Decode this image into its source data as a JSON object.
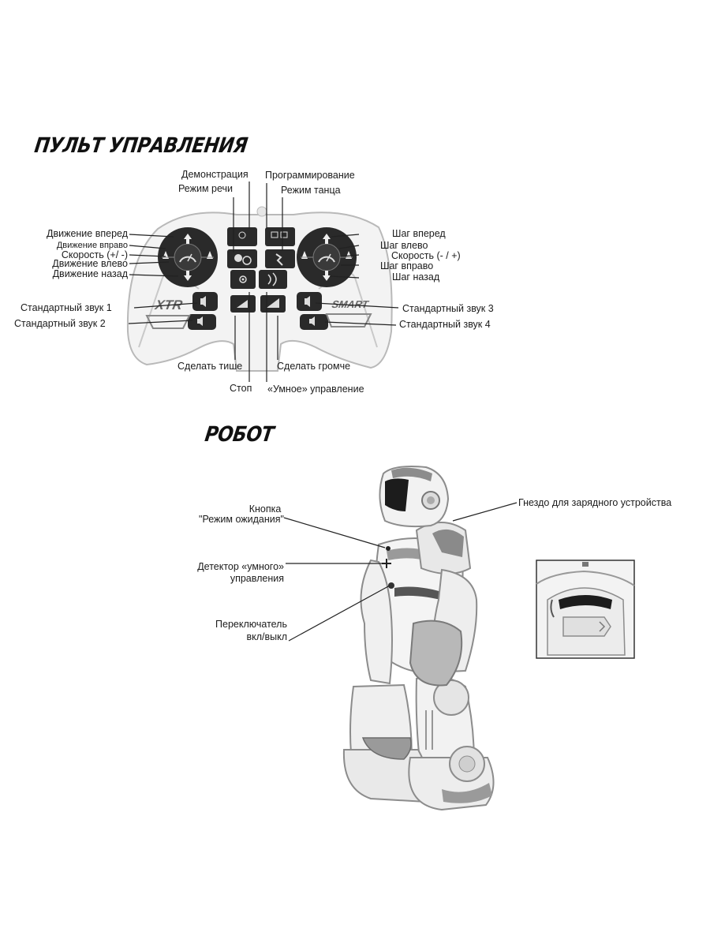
{
  "remote": {
    "heading": "ПУЛЬТ УПРАВЛЕНИЯ",
    "left_label": "XTR",
    "right_label": "SMART",
    "labels": {
      "demo": "Демонстрация",
      "speech": "Режим речи",
      "program": "Программирование",
      "dance": "Режим танца",
      "forward": "Движение вперед",
      "right": "Движение вправо",
      "speed_left": "Скорость (+/ -)",
      "left": "Движение влево",
      "back": "Движение назад",
      "step_forward": "Шаг вперед",
      "step_left": "Шаг влево",
      "speed_right": "Скорость (- / +)",
      "step_right": "Шаг вправо",
      "step_back": "Шаг назад",
      "sound1": "Стандартный звук 1",
      "sound2": "Стандартный звук 2",
      "sound3": "Стандартный звук 3",
      "sound4": "Стандартный звук 4",
      "quieter": "Сделать тише",
      "louder": "Сделать громче",
      "stop": "Стоп",
      "smart": "«Умное» управление"
    }
  },
  "robot": {
    "heading": "РОБОТ",
    "labels": {
      "standby_1": "Кнопка",
      "standby_2": "\"Режим ожидания\"",
      "detector_1": "Детектор «умного»",
      "detector_2": "управления",
      "switch_1": "Переключатель",
      "switch_2": "вкл/выкл",
      "charger": "Гнездо для зарядного устройства"
    }
  }
}
